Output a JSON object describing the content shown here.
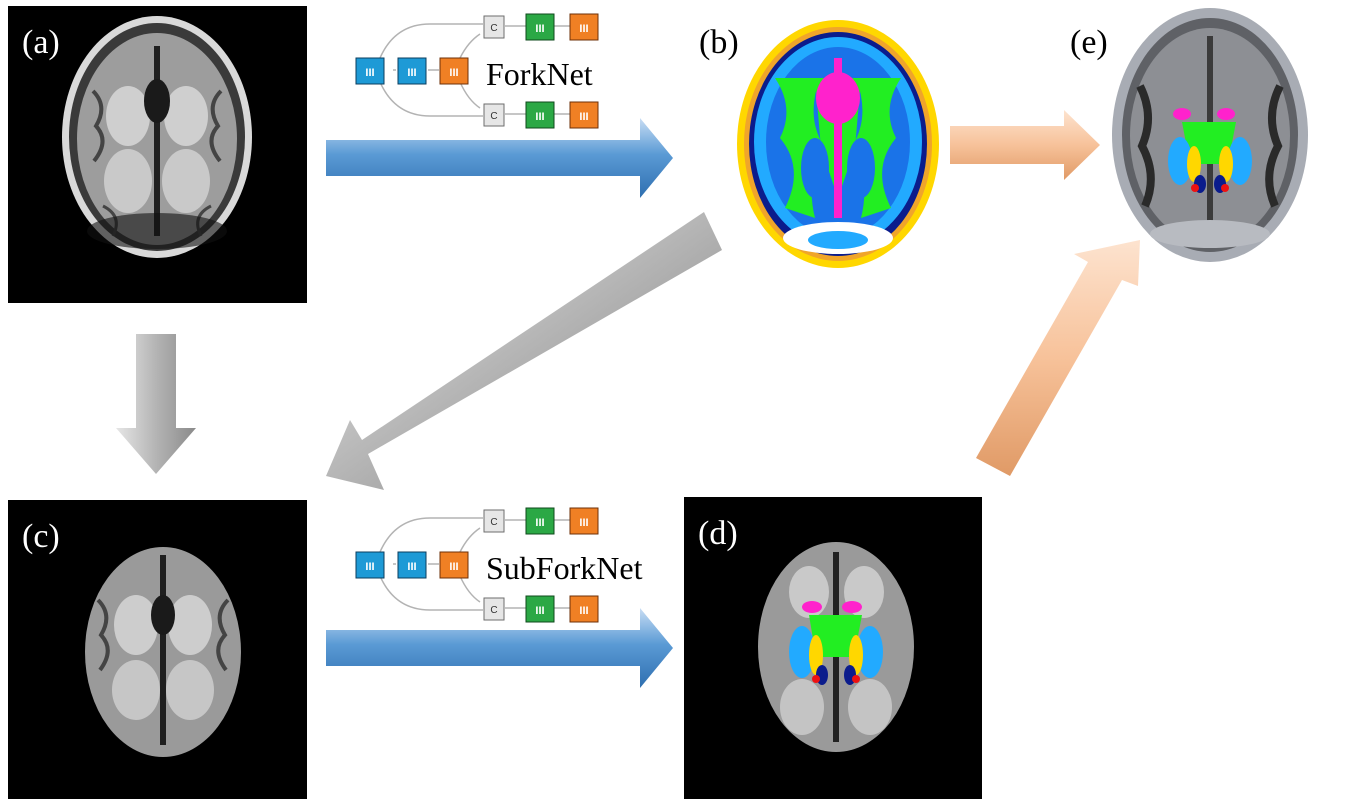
{
  "panels": {
    "a": {
      "label": "(a)",
      "content": "axial T1 MRI with skull"
    },
    "b": {
      "label": "(b)",
      "content": "whole-head tissue segmentation map"
    },
    "c": {
      "label": "(c)",
      "content": "skull-stripped brain MRI"
    },
    "d": {
      "label": "(d)",
      "content": "brain MRI with subcortical segmentation overlay"
    },
    "e": {
      "label": "(e)",
      "content": "combined grayscale segmentation with subcortical structures"
    }
  },
  "networks": {
    "top": {
      "name": "ForkNet"
    },
    "bottom": {
      "name": "SubForkNet"
    }
  },
  "block_glyph": "III",
  "concat_glyph": "C",
  "colors": {
    "blue_block": "#1e9ad6",
    "orange_block": "#f08024",
    "green_block": "#2ba845",
    "concat_block": "#e6e6e6",
    "arrow_blue": "#5b9bd5",
    "arrow_gray": "#b4b4b4",
    "arrow_peach": "#f7c29a",
    "seg_yellow": "#ffd700",
    "seg_green": "#22ee22",
    "seg_magenta": "#ff22cc",
    "seg_blue": "#1a73e8",
    "seg_cyan": "#22aaff",
    "seg_red": "#ee1111",
    "seg_navy": "#0b1c8c"
  }
}
